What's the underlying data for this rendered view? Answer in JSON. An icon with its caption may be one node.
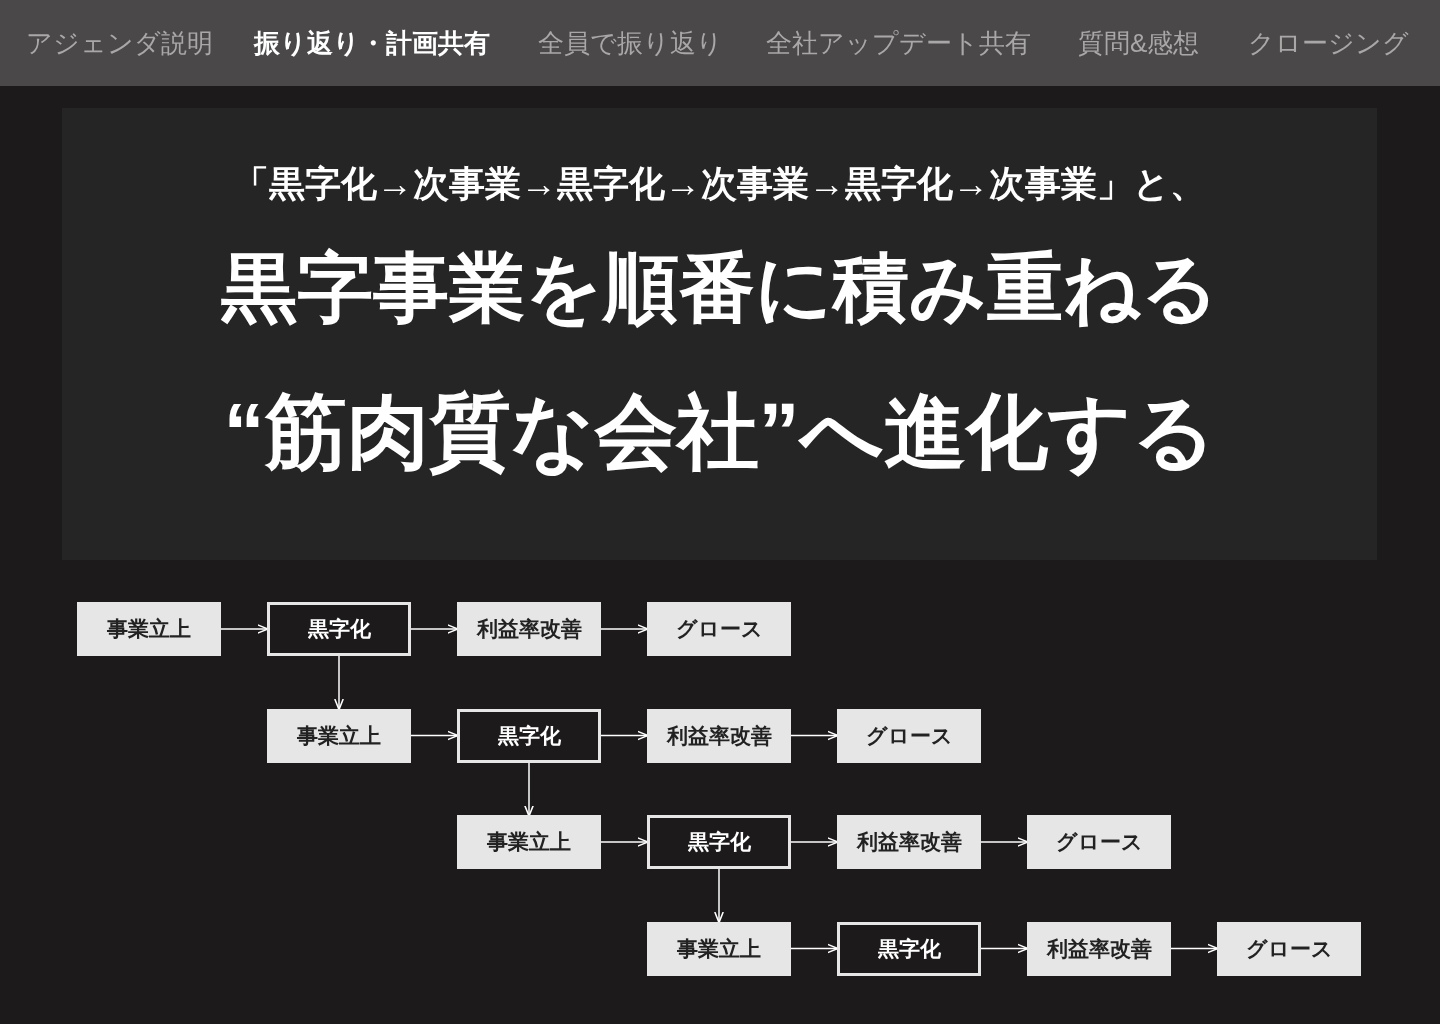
{
  "diagram": {
    "nodes": [
      {
        "text": [
          "「黒字化→次事業→黒字化→次事業→黒字化→次事業」と、",
          "黒字事業を順番に積み重ねる",
          "“筋肉質な会社”へ進化する"
        ]
      },
      {
        "text": [
          "事業立上"
        ]
      },
      {
        "text": [
          "黒字化"
        ]
      },
      {
        "text": [
          "利益率改善"
        ]
      },
      {
        "text": [
          "グロース"
        ]
      },
      {
        "text": [
          "事業立上"
        ]
      },
      {
        "text": [
          "黒字化"
        ]
      },
      {
        "text": [
          "利益率改善"
        ]
      },
      {
        "text": [
          "グロース"
        ]
      },
      {
        "text": [
          "事業立上"
        ]
      },
      {
        "text": [
          "黒字化"
        ]
      },
      {
        "text": [
          "利益率改善"
        ]
      },
      {
        "text": [
          "グロース"
        ]
      },
      {
        "text": [
          "事業立上"
        ]
      },
      {
        "text": [
          "黒字化"
        ]
      },
      {
        "text": [
          "利益率改善"
        ]
      },
      {
        "text": [
          "グロース"
        ]
      }
    ],
    "edges": [
      {
        "from": 1,
        "to": 2,
        "arrow": "to"
      },
      {
        "from": 2,
        "to": 3,
        "arrow": "to"
      },
      {
        "from": 3,
        "to": 4,
        "arrow": "to"
      },
      {
        "from": 2,
        "to": 5,
        "arrow": "to"
      },
      {
        "from": 5,
        "to": 6,
        "arrow": "to"
      },
      {
        "from": 6,
        "to": 7,
        "arrow": "to"
      },
      {
        "from": 7,
        "to": 8,
        "arrow": "to"
      },
      {
        "from": 6,
        "to": 9,
        "arrow": "to"
      },
      {
        "from": 9,
        "to": 10,
        "arrow": "to"
      },
      {
        "from": 10,
        "to": 11,
        "arrow": "to"
      },
      {
        "from": 11,
        "to": 12,
        "arrow": "to"
      },
      {
        "from": 10,
        "to": 13,
        "arrow": "to"
      },
      {
        "from": 13,
        "to": 14,
        "arrow": "to"
      },
      {
        "from": 14,
        "to": 15,
        "arrow": "to"
      },
      {
        "from": 15,
        "to": 16,
        "arrow": "to"
      }
    ],
    "labels": [
      "アジェンダ説明",
      "振り返り・計画共有",
      "全員で振り返り",
      "全社アップデート共有",
      "質問&感想",
      "クロージング"
    ]
  }
}
